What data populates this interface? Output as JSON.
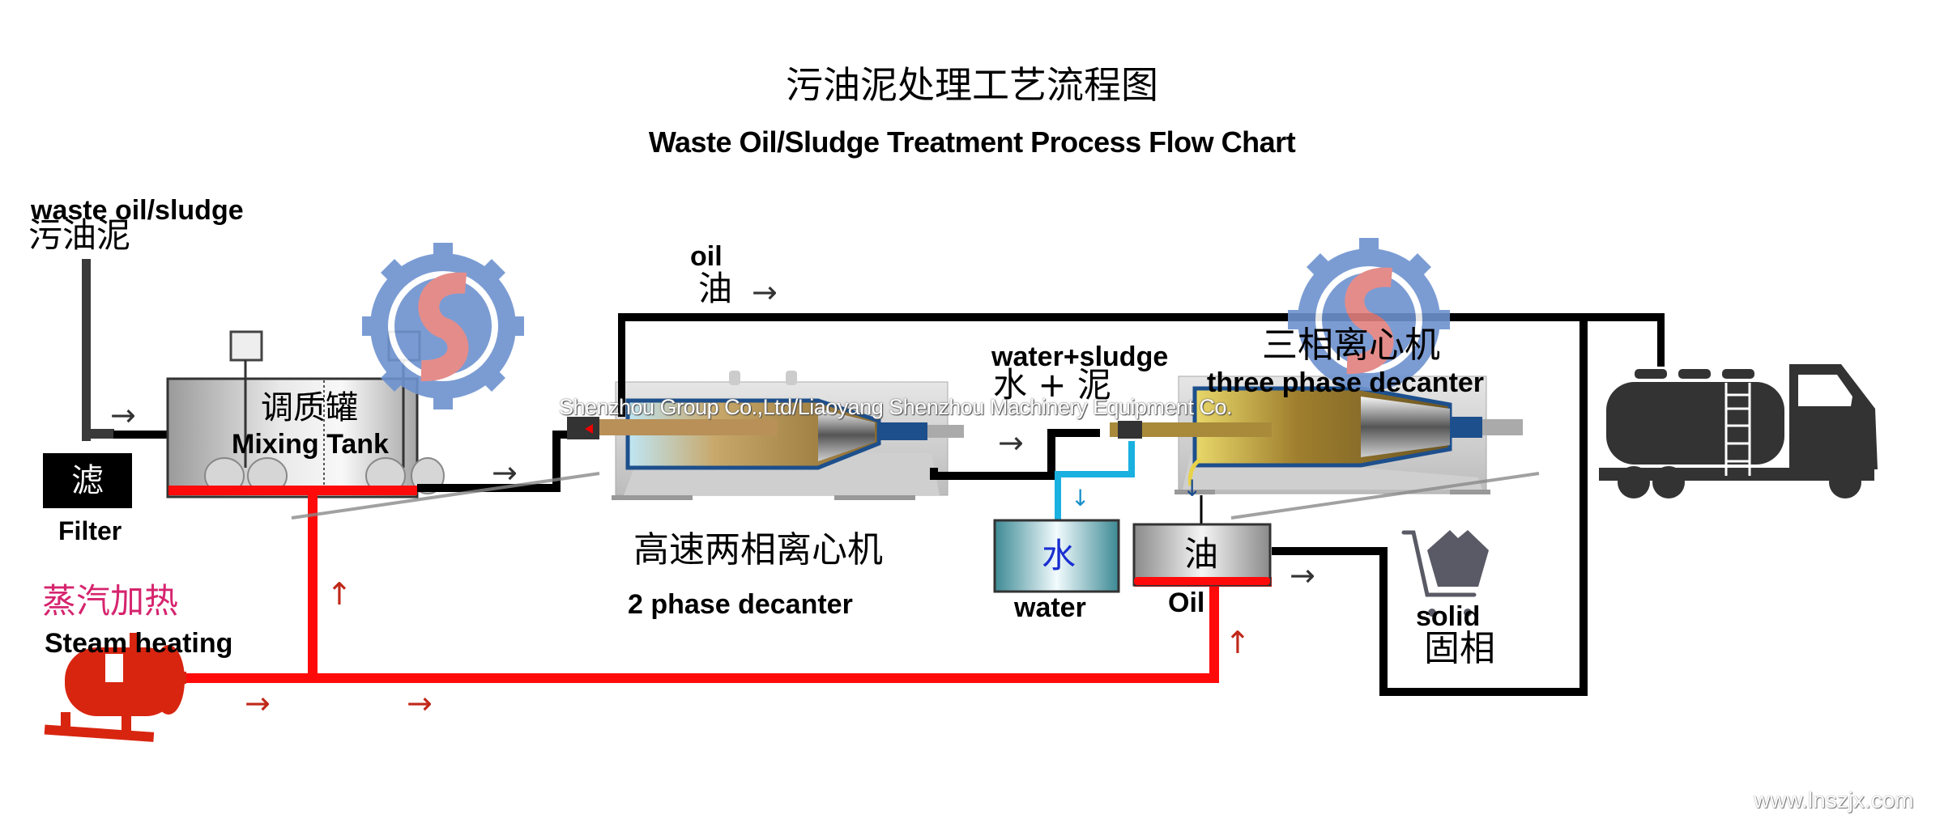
{
  "title": {
    "chinese": "污油泥处理工艺流程图",
    "english": "Waste Oil/Sludge Treatment Process Flow Chart"
  },
  "nodes": {
    "feed": {
      "english": "waste oil/sludge",
      "chinese": "污油泥"
    },
    "filter": {
      "chinese": "滤",
      "english": "Filter"
    },
    "mixing_tank": {
      "chinese": "调质罐",
      "english": "Mixing Tank"
    },
    "steam": {
      "chinese": "蒸汽加热",
      "english": "Steam heating",
      "color": "#d6246e"
    },
    "two_phase": {
      "chinese": "高速两相离心机",
      "english": "2 phase decanter"
    },
    "three_phase": {
      "chinese": "三相离心机",
      "english": "three phase decanter"
    },
    "water_sludge": {
      "english": "water+sludge",
      "chinese": "水 + 泥"
    },
    "oil_line": {
      "english": "oil",
      "chinese": "油"
    },
    "water_tank": {
      "chinese": "水",
      "english": "water",
      "text_color": "#1a2fd0"
    },
    "oil_tank": {
      "chinese": "油",
      "english": "Oil"
    },
    "solid": {
      "english": "solid",
      "chinese": "固相"
    },
    "truck": {
      "icon": "tanker-truck-icon"
    }
  },
  "arrows": {
    "right": "→",
    "up": "↑",
    "down": "↓"
  },
  "watermark": "Shenzhou Group Co.,Ltd/Liaoyang Shenzhou Machinery Equipment Co.",
  "site_url": "www.lnszjx.com",
  "colors": {
    "steam_pipe": "#ff0a0a",
    "process_pipe": "#000000",
    "water_pipe": "#1ab0e0",
    "logo_gear": "#6d92cf",
    "logo_s": "#e2807e",
    "icon_dark": "#333333",
    "solid_icon": "#5a5a66"
  }
}
